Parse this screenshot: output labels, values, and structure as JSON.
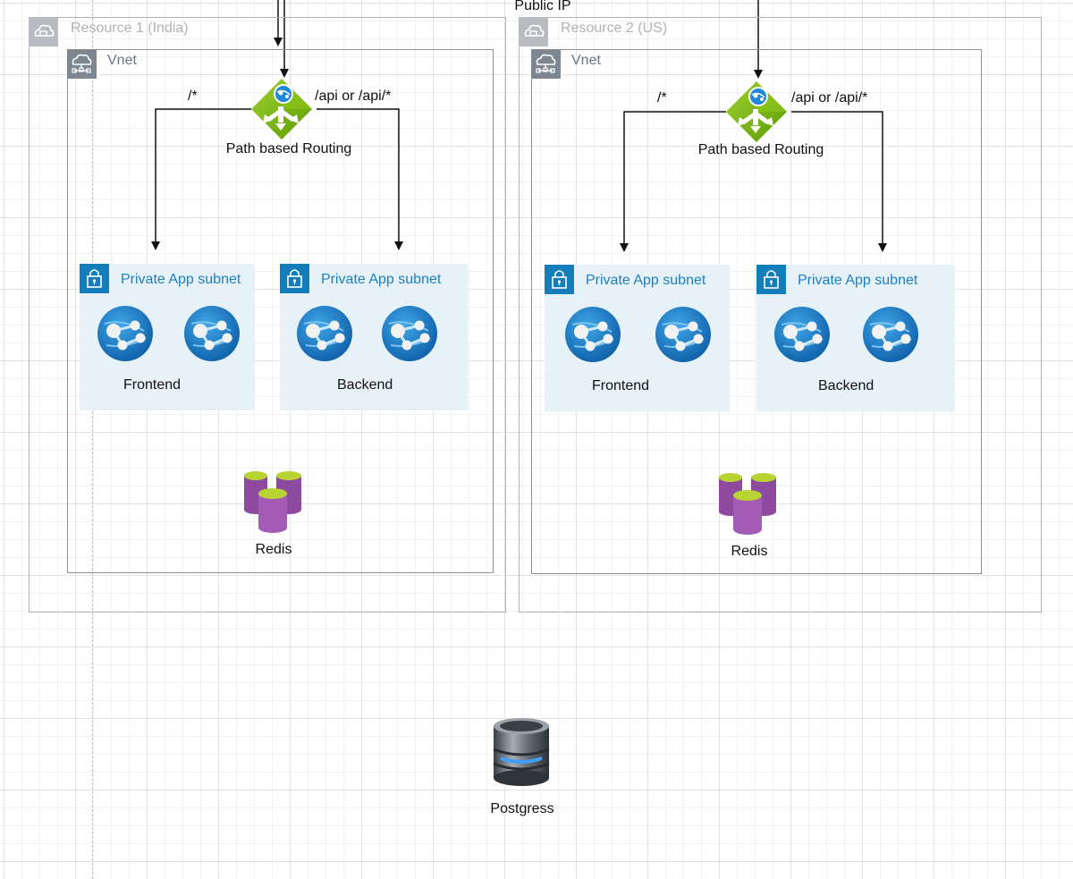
{
  "diagram": {
    "public_ip_label": "Public IP",
    "regions": [
      {
        "resource_label": "Resource 1 (India)",
        "vnet_label": "Vnet",
        "routing_label": "Path based Routing",
        "left_route_label": "/*",
        "right_route_label": "/api or /api/*",
        "subnets": [
          {
            "title": "Private App subnet",
            "label": "Frontend"
          },
          {
            "title": "Private App subnet",
            "label": "Backend"
          }
        ],
        "cache_label": "Redis"
      },
      {
        "resource_label": "Resource 2 (US)",
        "vnet_label": "Vnet",
        "routing_label": "Path based Routing",
        "left_route_label": "/*",
        "right_route_label": "/api or /api/*",
        "subnets": [
          {
            "title": "Private App subnet",
            "label": "Frontend"
          },
          {
            "title": "Private App subnet",
            "label": "Backend"
          }
        ],
        "cache_label": "Redis"
      }
    ],
    "database_label": "Postgress"
  },
  "icons": {
    "resource": "cloud-resource-icon",
    "vnet": "virtual-network-icon",
    "gateway": "application-gateway-icon",
    "subnet": "lock-icon",
    "app_service": "app-service-icon",
    "cache": "redis-cache-icon",
    "database": "database-icon"
  },
  "colors": {
    "subnet_fill": "#e6f2f8",
    "subnet_title": "#1e7fc0",
    "gateway_green": "#7fba00",
    "app_blue": "#1e7fc0",
    "redis_purple": "#8d4a9e",
    "lock_blue": "#147eba"
  }
}
